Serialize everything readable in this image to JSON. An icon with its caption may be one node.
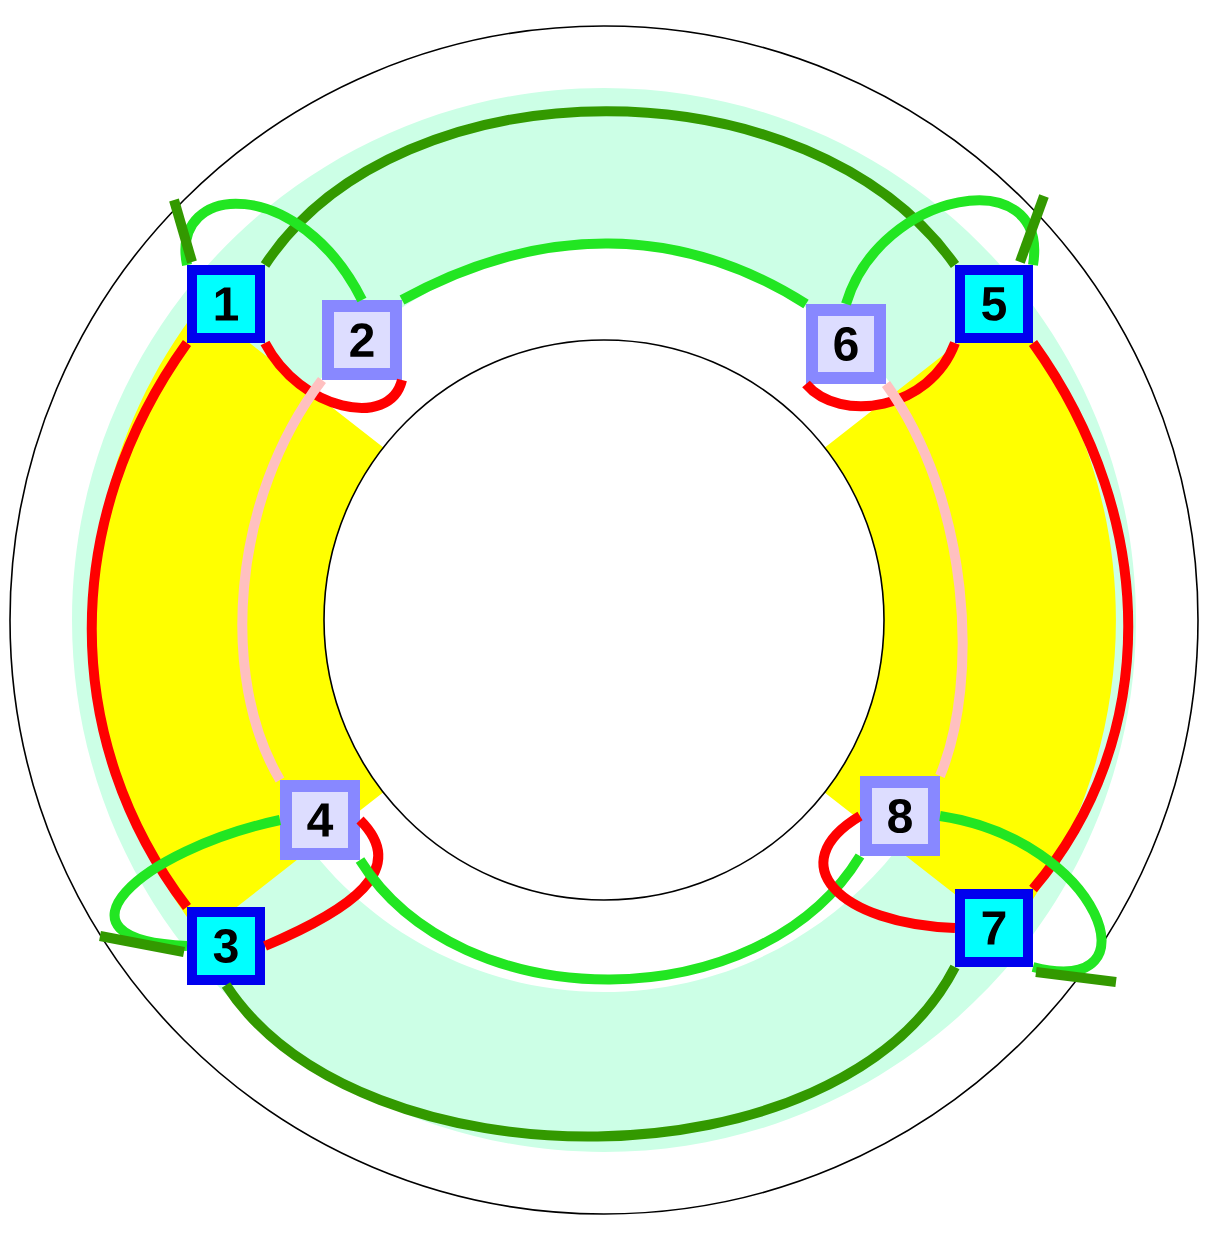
{
  "diagram": {
    "nodes": [
      {
        "text": [
          "1"
        ]
      },
      {
        "text": [
          "2"
        ]
      },
      {
        "text": [
          "3"
        ]
      },
      {
        "text": [
          "4"
        ]
      },
      {
        "text": [
          "5"
        ]
      },
      {
        "text": [
          "6"
        ]
      },
      {
        "text": [
          "7"
        ]
      },
      {
        "text": [
          "8"
        ]
      }
    ],
    "edges": [
      {
        "from": 0,
        "to": 4,
        "arrow": "none",
        "color": "#339900"
      },
      {
        "from": 0,
        "to": 1,
        "arrow": "none",
        "color": "#22e622"
      },
      {
        "from": 1,
        "to": 5,
        "arrow": "none",
        "color": "#22e622"
      },
      {
        "from": 0,
        "to": 2,
        "arrow": "none",
        "color": "#ff0000"
      },
      {
        "from": 0,
        "to": 1,
        "arrow": "none",
        "color": "#ff0000"
      },
      {
        "from": 1,
        "to": 3,
        "arrow": "none",
        "color": "#ffc0c0"
      },
      {
        "from": 2,
        "to": 3,
        "arrow": "none",
        "color": "#ff0000"
      },
      {
        "from": 3,
        "to": 2,
        "arrow": "none",
        "color": "#22e622"
      },
      {
        "from": 3,
        "to": 7,
        "arrow": "none",
        "color": "#22e622"
      },
      {
        "from": 2,
        "to": 6,
        "arrow": "none",
        "color": "#339900"
      },
      {
        "from": 4,
        "to": 6,
        "arrow": "none",
        "color": "#ff0000"
      },
      {
        "from": 4,
        "to": 5,
        "arrow": "none",
        "color": "#ff0000"
      },
      {
        "from": 5,
        "to": 7,
        "arrow": "none",
        "color": "#ffc0c0"
      },
      {
        "from": 6,
        "to": 7,
        "arrow": "none",
        "color": "#ff0000"
      },
      {
        "from": 5,
        "to": 4,
        "arrow": "none",
        "color": "#22e622"
      },
      {
        "from": 7,
        "to": 6,
        "arrow": "none",
        "color": "#22e622"
      }
    ]
  }
}
